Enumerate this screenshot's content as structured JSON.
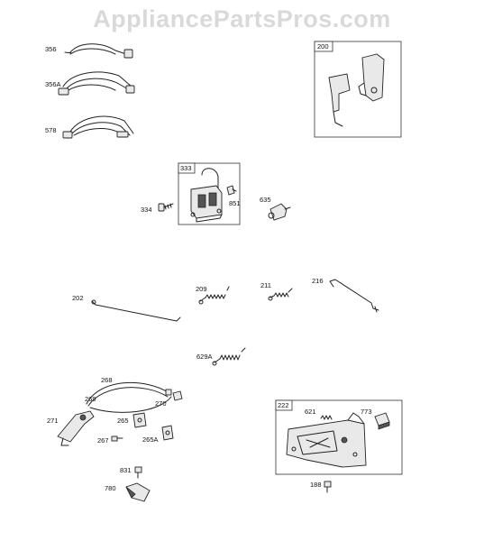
{
  "watermark": "AppliancePartsPros.com",
  "parts": {
    "p356": "356",
    "p356a": "356A",
    "p578": "578",
    "p200": "200",
    "p333": "333",
    "p334": "334",
    "p851": "851",
    "p635": "635",
    "p202": "202",
    "p209": "209",
    "p211": "211",
    "p216": "216",
    "p629a": "629A",
    "p268": "268",
    "p269": "269",
    "p270": "270",
    "p271": "271",
    "p265": "265",
    "p267": "267",
    "p265a": "265A",
    "p222": "222",
    "p621": "621",
    "p773": "773",
    "p188": "188",
    "p831": "831",
    "p780": "780"
  }
}
